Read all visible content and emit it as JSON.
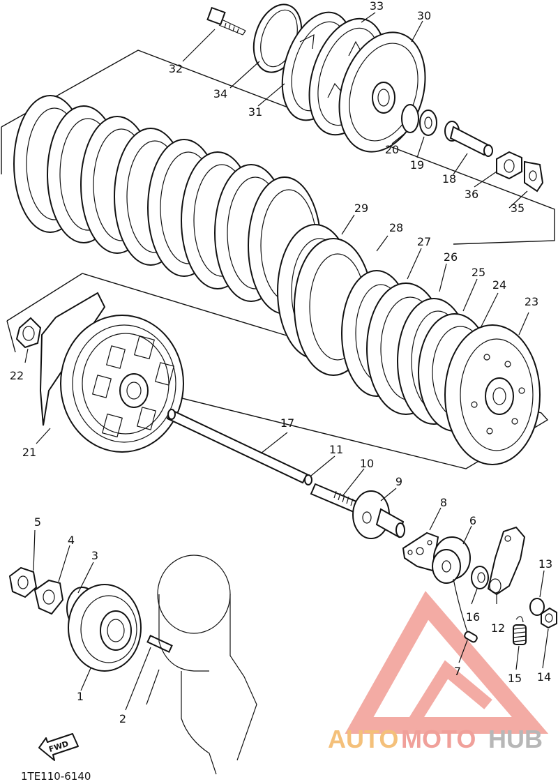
{
  "diagram": {
    "code": "1TE110-6140",
    "fwd_label": "FWD",
    "callouts": [
      "1",
      "2",
      "3",
      "4",
      "5",
      "6",
      "7",
      "8",
      "9",
      "10",
      "11",
      "12",
      "13",
      "14",
      "15",
      "16",
      "17",
      "18",
      "19",
      "20",
      "21",
      "22",
      "23",
      "24",
      "25",
      "26",
      "27",
      "28",
      "29",
      "30",
      "31",
      "32",
      "33",
      "34",
      "35",
      "36"
    ]
  },
  "watermark": {
    "part1": "AUTO",
    "part2": "MOTO",
    "part3": "HUB",
    "colors": {
      "auto": "#f4c07a",
      "moto": "#f0a09a",
      "hub": "#b7b7b7",
      "triangle": "#ef8f86"
    }
  }
}
